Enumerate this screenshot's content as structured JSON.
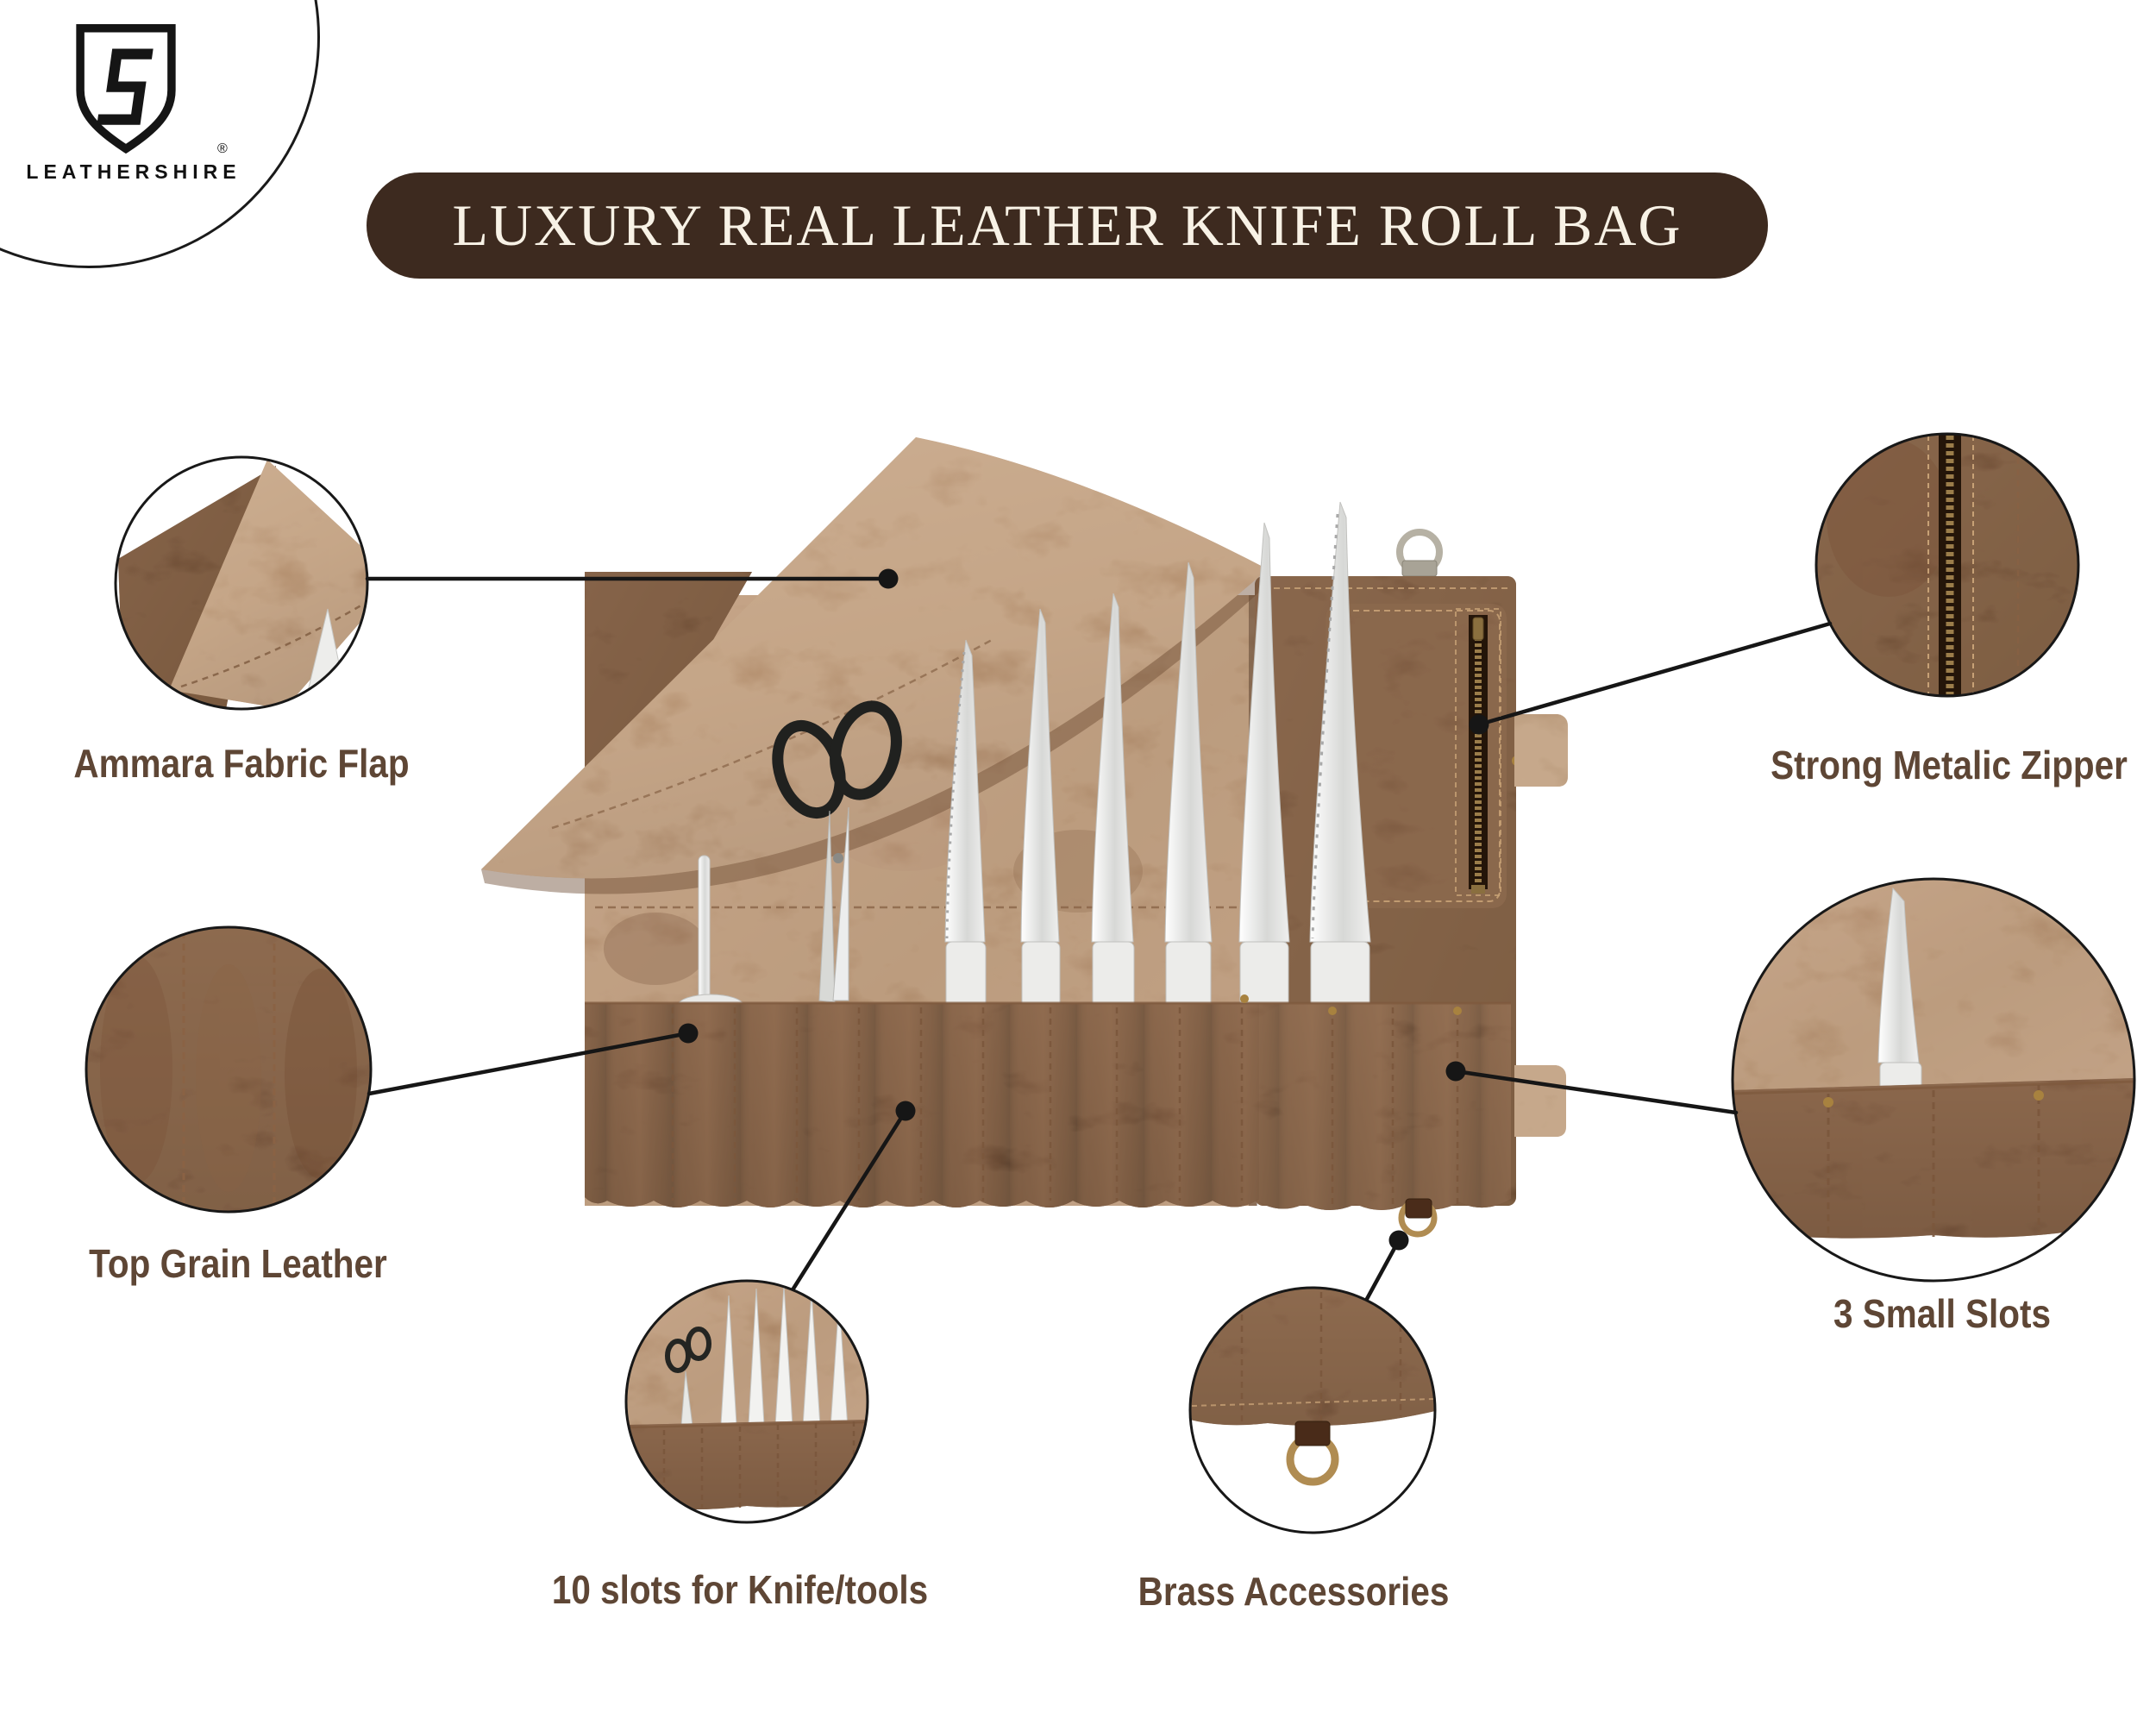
{
  "brand": {
    "name": "LEATHERSHIRE",
    "registered_mark": "®"
  },
  "banner": {
    "title": "LUXURY REAL LEATHER KNIFE ROLL BAG"
  },
  "callouts": {
    "ammara": {
      "label": "Ammara Fabric Flap"
    },
    "top_grain": {
      "label": "Top Grain Leather"
    },
    "zipper": {
      "label": "Strong Metalic Zipper"
    },
    "small_slots": {
      "label": "3 Small Slots"
    },
    "ten_slots": {
      "label": "10 slots for Knife/tools"
    },
    "brass": {
      "label": "Brass Accessories"
    }
  },
  "product": {
    "knife_count_visible": 6,
    "tools_visible": [
      "honing-rod",
      "kitchen-scissors",
      "knives"
    ]
  },
  "colors": {
    "banner_bg": "#3d2a1f",
    "banner_text": "#f8f2e6",
    "label_color": "#5e4635",
    "line_color": "#161616",
    "brass": "#b08c52",
    "suede": "#a17a5c",
    "dark_leather": "#4a2b1a"
  }
}
